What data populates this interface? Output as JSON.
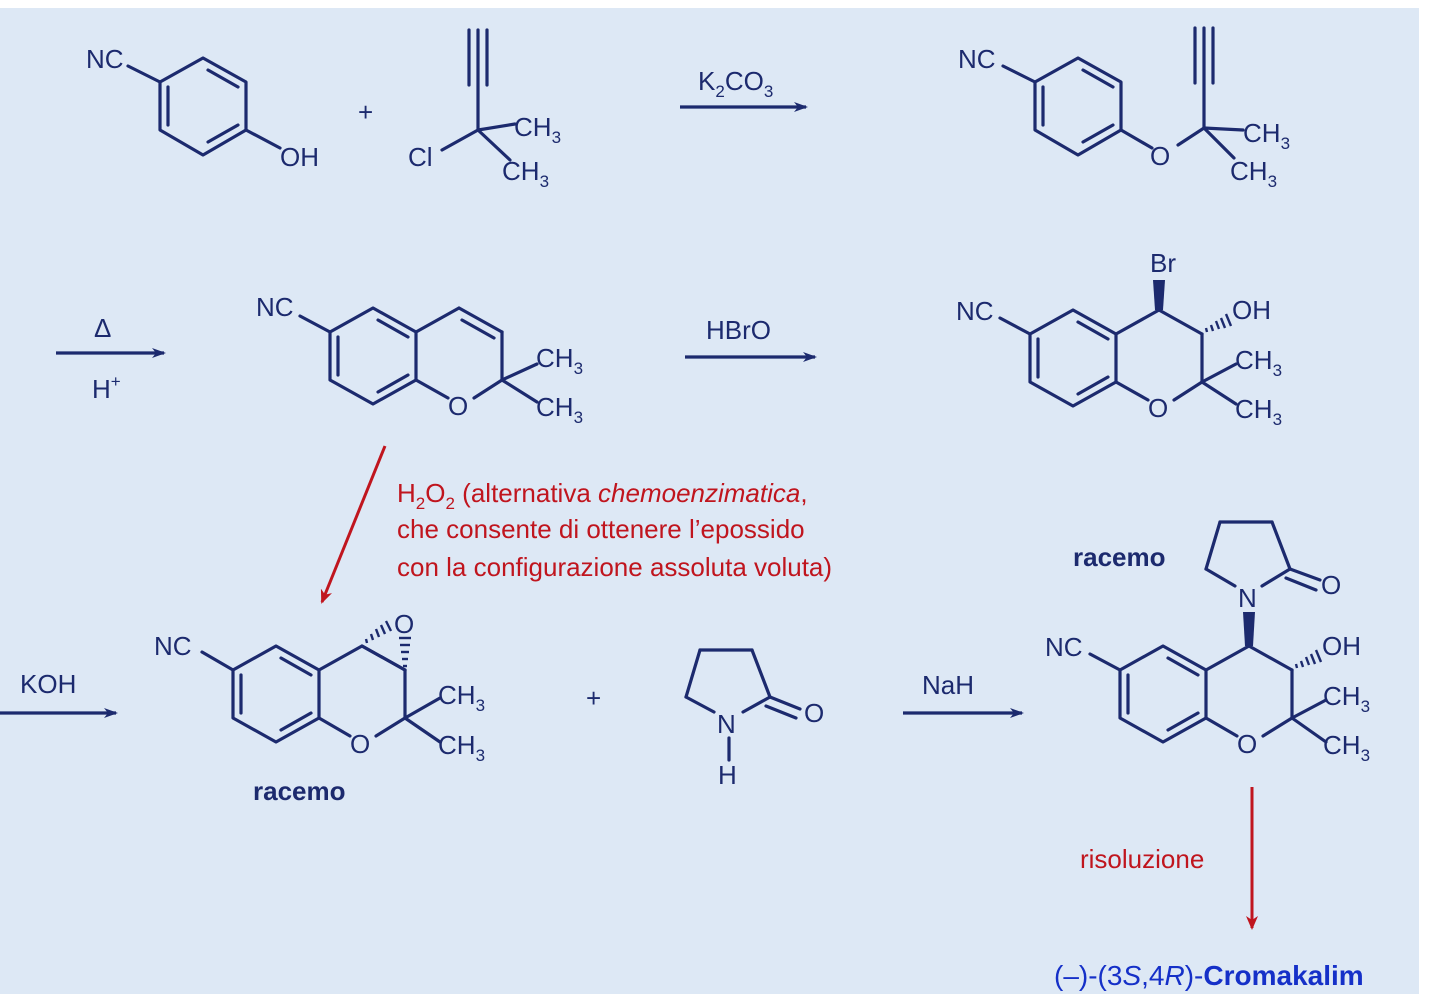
{
  "diagram": {
    "mol1": {
      "nc": "NC",
      "oh": "OH"
    },
    "plus1": "+",
    "mol2": {
      "cl": "Cl",
      "ch3": "CH",
      "sub3": "3"
    },
    "step1_reagent": {
      "main": "K",
      "sub2": "2",
      "co": "CO",
      "sub3": "3"
    },
    "mol3": {
      "nc": "NC",
      "o": "O",
      "ch3": "CH",
      "sub3": "3"
    },
    "step2_reagent": {
      "top": "Δ",
      "bottom": "H",
      "sup": "+"
    },
    "mol4": {
      "nc": "NC",
      "o": "O",
      "ch3": "CH",
      "sub3": "3"
    },
    "step3_reagent": "HBrO",
    "mol5": {
      "br": "Br",
      "nc": "NC",
      "oh": "OH",
      "o": "O",
      "ch3": "CH",
      "sub3": "3"
    },
    "red_note": {
      "h": "H",
      "sub2": "2",
      "o": "O",
      "sub2b": "2",
      "line1_rest": " (alternativa ",
      "line1_italic": "chemoenzimatica",
      "line1_end": ",",
      "line2": "che consente di ottenere l’epossido",
      "line3": "con la configurazione assoluta voluta)"
    },
    "step4_reagent": "KOH",
    "mol6": {
      "nc": "NC",
      "o": "O",
      "epox_o": "O",
      "ch3": "CH",
      "sub3": "3",
      "label": "racemo"
    },
    "plus2": "+",
    "pyrrolidinone": {
      "n": "N",
      "h": "H",
      "o": "O"
    },
    "step5_reagent": "NaH",
    "mol7": {
      "label": "racemo",
      "n": "N",
      "o_keto": "O",
      "nc": "NC",
      "oh": "OH",
      "o": "O",
      "ch3": "CH",
      "sub3": "3"
    },
    "step6_reagent": "risoluzione",
    "product": {
      "prefix": "(–)-(3",
      "s": "S",
      "mid": ",4",
      "r": "R",
      "mid2": ")-",
      "name": "Cromakalim"
    }
  }
}
